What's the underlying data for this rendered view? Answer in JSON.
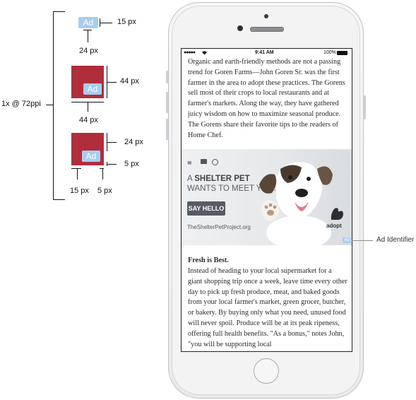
{
  "spec": {
    "scale_label": "1x @ 72ppi",
    "badge_text": "Ad",
    "small_badge_size": "15 px",
    "small_badge_offset": "24 px",
    "medium_box_height": "44 px",
    "medium_box_width": "44 px",
    "bottom_box_offset": "24 px",
    "bottom_right_margin": "5 px",
    "bottom_width_left": "15 px",
    "bottom_width_right": "5 px"
  },
  "status_bar": {
    "carrier": "●●●●●",
    "time": "9:41 AM",
    "battery": "100%"
  },
  "article": {
    "intro": "Organic and earth-friendly methods are not a passing trend for Goren Farms—John Goren Sr. was the first farmer in the area to adopt these practices. The Gorens sell most of their crops to local restaurants and at farmer's markets. Along the way, they have gathered juicy wisdom on how to maximize seasonal produce. The Gorens share their favorite tips to the readers of Home Chef.",
    "heading": "Fresh is Best.",
    "body": "Instead of heading to your local supermarket for a giant shopping trip once a week, leave time every other day to pick up fresh produce, meat, and baked goods from your local farmer's market, green grocer, butcher, or bakery. By buying only what you need, unused food will never spoil. Produce will be at its peak ripeness, offering full health benefits. \"As a bonus,\" notes John, \"you will be supporting local"
  },
  "ad": {
    "headline_light": "A ",
    "headline_bold": "SHELTER PET",
    "headline_line2": "WANTS TO MEET YOU.",
    "button": "SAY HELLO",
    "url": "TheShelterPetProject.org",
    "brand": "adopt",
    "badge": "Ad"
  },
  "callout": {
    "ad_identifier": "Ad Identifier"
  },
  "colors": {
    "badge_blue": "#a8cdf2",
    "ad_red": "#b02e3b",
    "button_gray": "#585c62"
  }
}
